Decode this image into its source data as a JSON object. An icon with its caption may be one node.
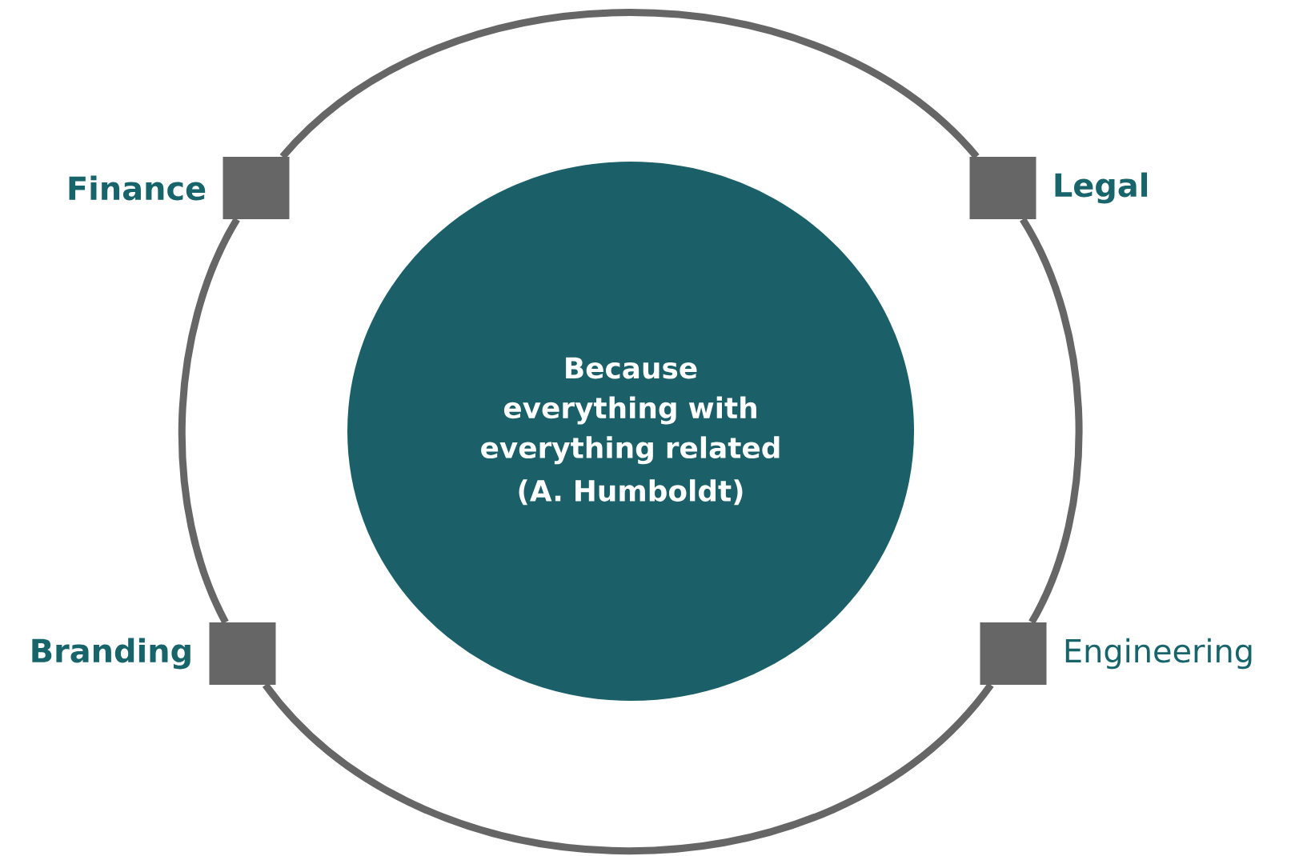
{
  "diagram": {
    "nodes": [
      {
        "text": [],
        "shape": "box",
        "beside": [
          "Finance"
        ]
      },
      {
        "text": [],
        "shape": "box",
        "beside": [
          "Legal"
        ]
      },
      {
        "text": [
          "Because everything with everything related",
          "(A. Humboldt)"
        ]
      },
      {
        "text": [],
        "shape": "box",
        "beside": [
          "Branding"
        ]
      },
      {
        "text": [],
        "shape": "box",
        "beside": [
          "Engineering"
        ]
      }
    ],
    "edges": [
      {
        "from": 0,
        "to": 1,
        "arrow": "none"
      },
      {
        "from": 1,
        "to": 4,
        "arrow": "none"
      },
      {
        "from": 4,
        "to": 3,
        "arrow": "none"
      },
      {
        "from": 3,
        "to": 0,
        "arrow": "none"
      }
    ]
  }
}
